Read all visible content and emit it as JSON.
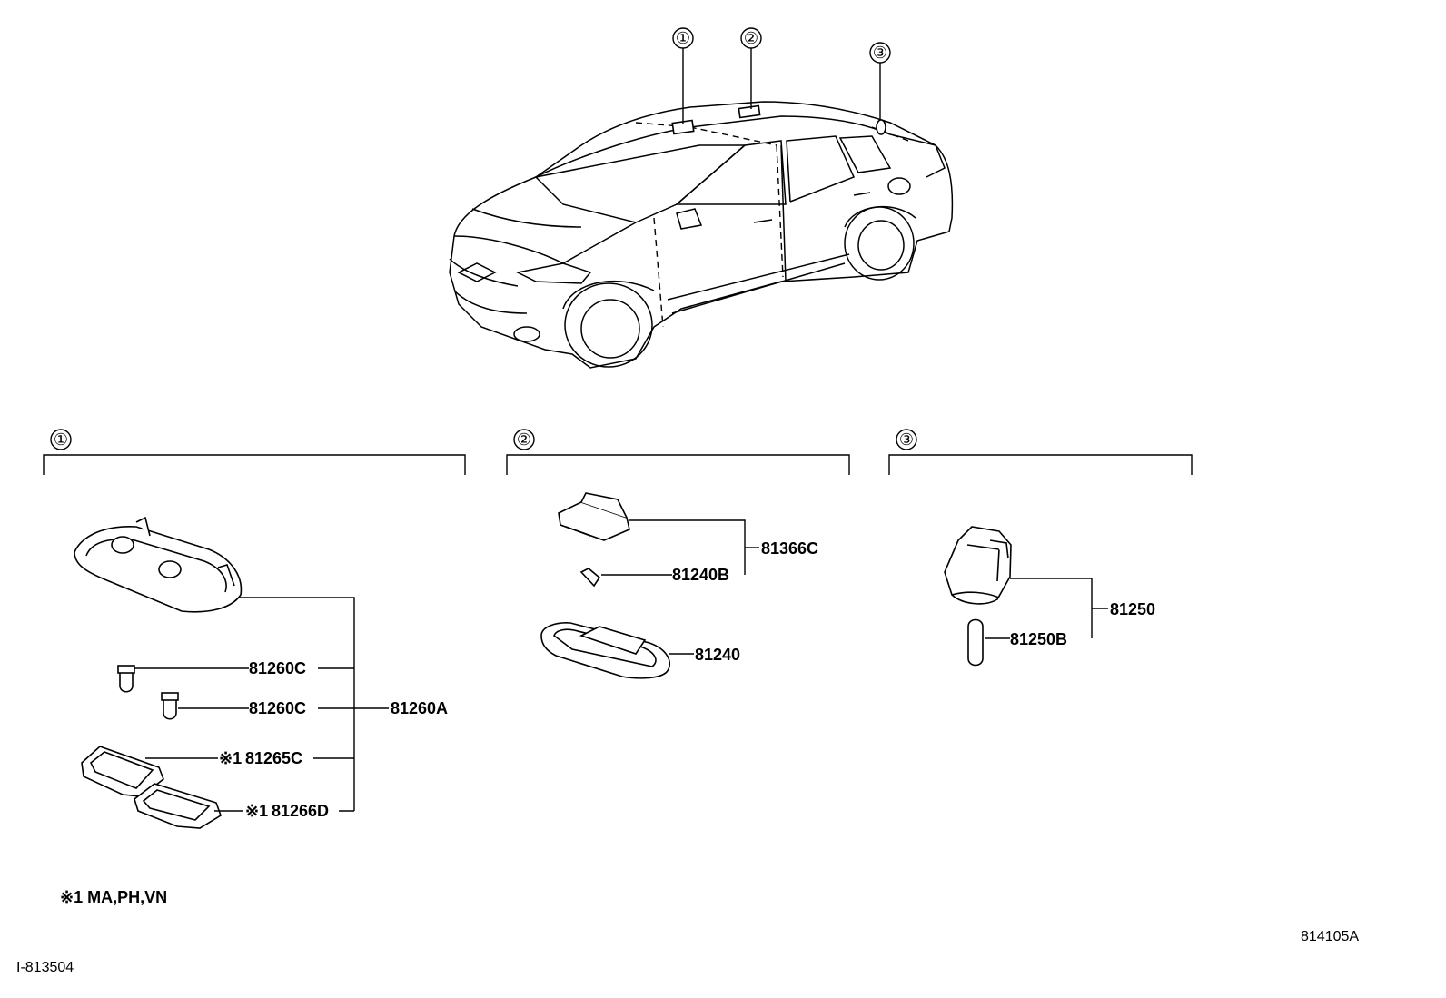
{
  "callouts": [
    "①",
    "②",
    "③"
  ],
  "groups": [
    {
      "callout": "①",
      "parts": [
        "81260C",
        "81260C",
        "81265C",
        "81266D",
        "81260A"
      ],
      "marks": [
        "※1",
        "※1"
      ]
    },
    {
      "callout": "②",
      "parts": [
        "81366C",
        "81240B",
        "81240"
      ]
    },
    {
      "callout": "③",
      "parts": [
        "81250",
        "81250B"
      ]
    }
  ],
  "footnote": "※1 MA,PH,VN",
  "diagram_code": "814105A",
  "page_code": "I-813504"
}
